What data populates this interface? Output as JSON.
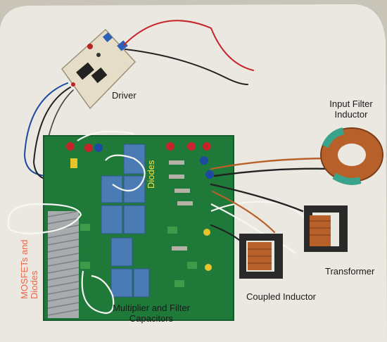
{
  "labels": {
    "driver": "Driver",
    "input_filter_inductor": [
      "Input Filter",
      "Inductor"
    ],
    "diodes": "Diodes",
    "transformer": "Transformer",
    "mosfets_and_diodes": [
      "MOSFETs and",
      "Diodes"
    ],
    "multiplier_and_filter_capacitors": [
      "Multiplier and Filter",
      "Capacitors"
    ],
    "coupled_inductor": "Coupled Inductor"
  },
  "colors": {
    "table": "#ebe8e1",
    "background": "#c9c4b8",
    "pcb": "#1f7a3a",
    "capacitor": "#4a7bb5",
    "copper": "#b8602a",
    "heatsink": "#a9acae",
    "label_diodes": "#f2e24a",
    "label_mosfets": "#e86a4f"
  }
}
